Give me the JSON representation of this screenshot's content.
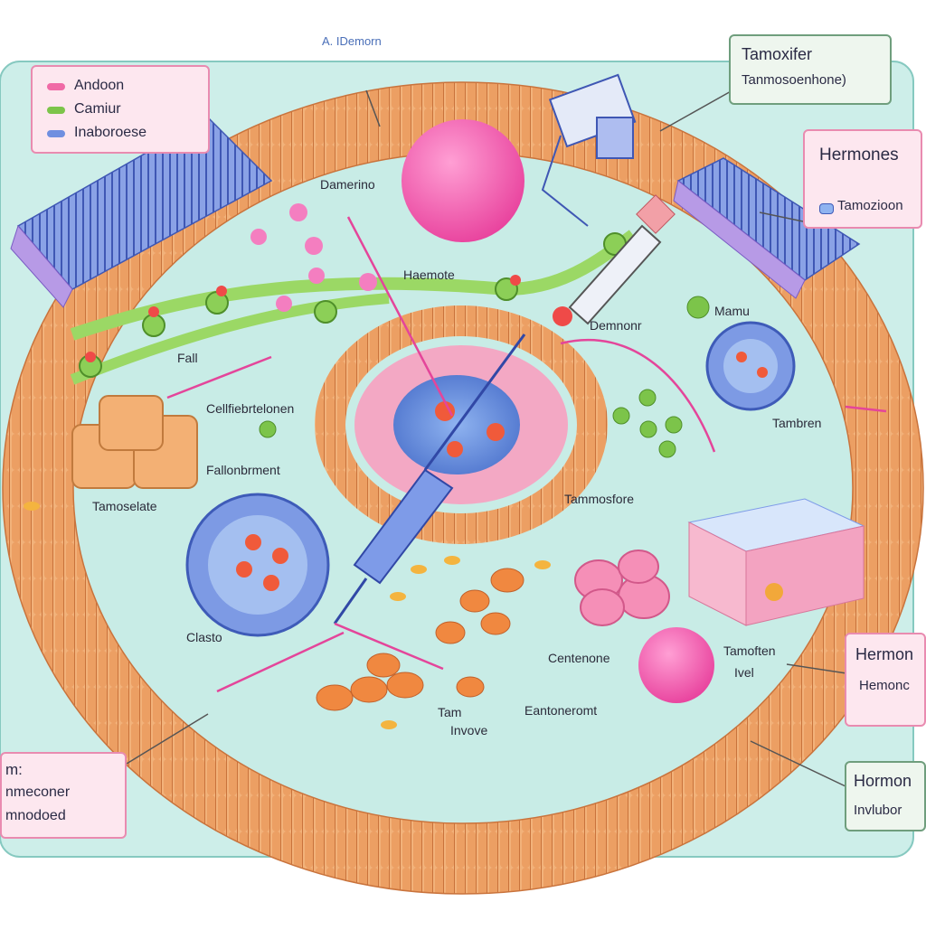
{
  "labels": {
    "top_caption": "A. IDemorn",
    "damerino": "Damerino",
    "haemote": "Haemote",
    "fall": "Fall",
    "cell_label": "Cellfiebrtelonen",
    "fallonbrment": "Fallonbrment",
    "tamoselate": "Tamoselate",
    "clasto": "Clasto",
    "demnonr": "Demnonr",
    "mamu": "Mamu",
    "tambren": "Tambren",
    "tammosfore": "Tammosfore",
    "centenone": "Centenone",
    "tamoften_line1": "Tamoften",
    "tamoften_line2": "Ivel",
    "tam_line1": "Tam",
    "tam_line2": "Invove",
    "eantoneromt": "Eantoneromt"
  },
  "legend": {
    "items": [
      {
        "label": "Andoon",
        "color": "#f06aa6"
      },
      {
        "label": "Camiur",
        "color": "#7cc44a"
      },
      {
        "label": "Inaboroese",
        "color": "#6f8fe0"
      }
    ]
  },
  "callouts": {
    "tamoxifer_title": "Tamoxifer",
    "tamoxifer_sub": "Tanmosoenhone)",
    "hermones_title": "Hermones",
    "hermones_sub": "Tamozioon",
    "hermon_title": "Hermon",
    "hermon_sub": "Hemonc",
    "bottom_left_line1": "m:",
    "bottom_left_line2": "nmeconer",
    "bottom_left_line3": "mnodoed",
    "hormone_title": "Hormon",
    "hormone_sub": "Invlubor"
  },
  "colors": {
    "cytoplasm": "#c8ece6",
    "membrane": "#ec9f63",
    "pink_blob": "#f46ab8",
    "protein_green": "#8ccf57",
    "vesicle_blue": "#7a94e0",
    "callout_bg": "#fde7ef",
    "callout_border": "#e98bb0"
  }
}
